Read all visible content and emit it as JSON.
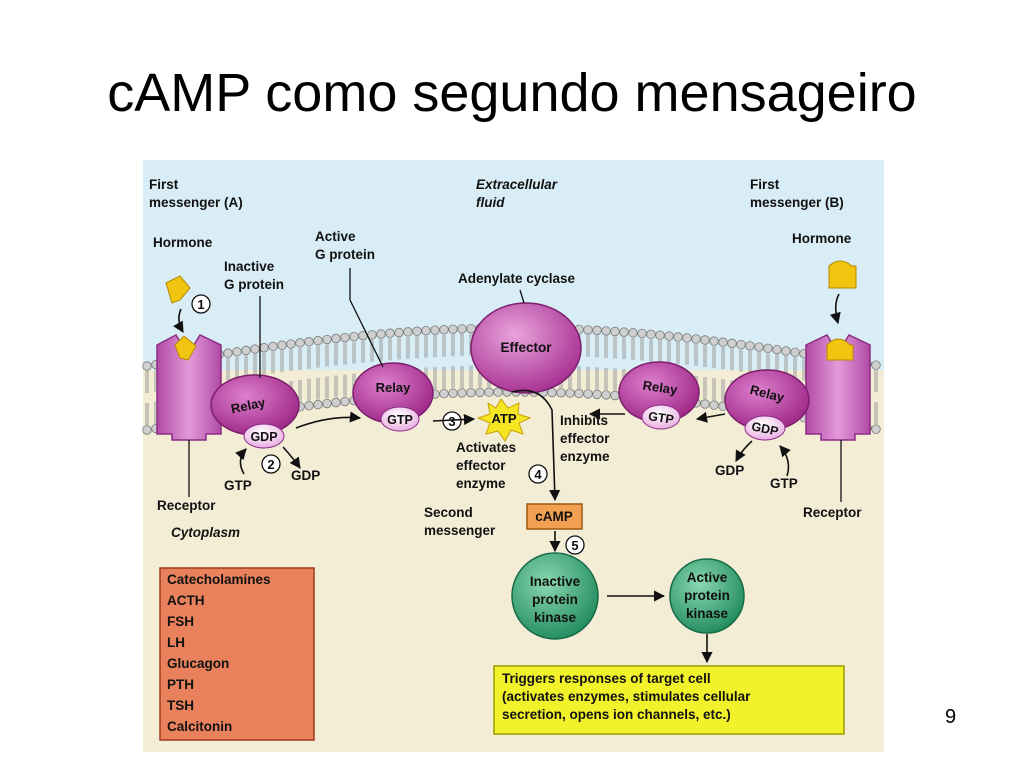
{
  "slide": {
    "title": "cAMP como segundo mensageiro",
    "page_number": "9"
  },
  "colors": {
    "extracellular": "#d8edf5",
    "cytoplasm": "#f3edd6",
    "receptor": "#c25ab8",
    "relay": "#b8359e",
    "effector": "#b3339c",
    "camp_box": "#f0a050",
    "kinase": "#2e9a6e",
    "hormone": "#f1c40f",
    "hormone_list_box": "#e8815c",
    "triggers_box": "#f2f22a",
    "atp_star": "#f5e624"
  },
  "labels": {
    "first_messenger_a": [
      "First",
      "messenger (A)"
    ],
    "first_messenger_b": [
      "First",
      "messenger (B)"
    ],
    "extracellular": [
      "Extracellular",
      "fluid"
    ],
    "hormone_a": "Hormone",
    "hormone_b": "Hormone",
    "active_g": [
      "Active",
      "G protein"
    ],
    "inactive_g": [
      "Inactive",
      "G protein"
    ],
    "adenylate_cyclase": "Adenylate cyclase",
    "effector": "Effector",
    "relay": "Relay",
    "gdp": "GDP",
    "gtp": "GTP",
    "atp": "ATP",
    "activates": [
      "Activates",
      "effector",
      "enzyme"
    ],
    "inhibits": [
      "Inhibits",
      "effector",
      "enzyme"
    ],
    "receptor": "Receptor",
    "cytoplasm": "Cytoplasm",
    "second_messenger": [
      "Second",
      "messenger"
    ],
    "camp": "cAMP",
    "inactive_kinase": [
      "Inactive",
      "protein",
      "kinase"
    ],
    "active_kinase": [
      "Active",
      "protein",
      "kinase"
    ],
    "steps": [
      "1",
      "2",
      "3",
      "4",
      "5"
    ]
  },
  "hormone_list": [
    "Catecholamines",
    "ACTH",
    "FSH",
    "LH",
    "Glucagon",
    "PTH",
    "TSH",
    "Calcitonin"
  ],
  "triggers": [
    "Triggers responses of target cell",
    "(activates enzymes, stimulates cellular",
    "secretion, opens ion channels, etc.)"
  ]
}
